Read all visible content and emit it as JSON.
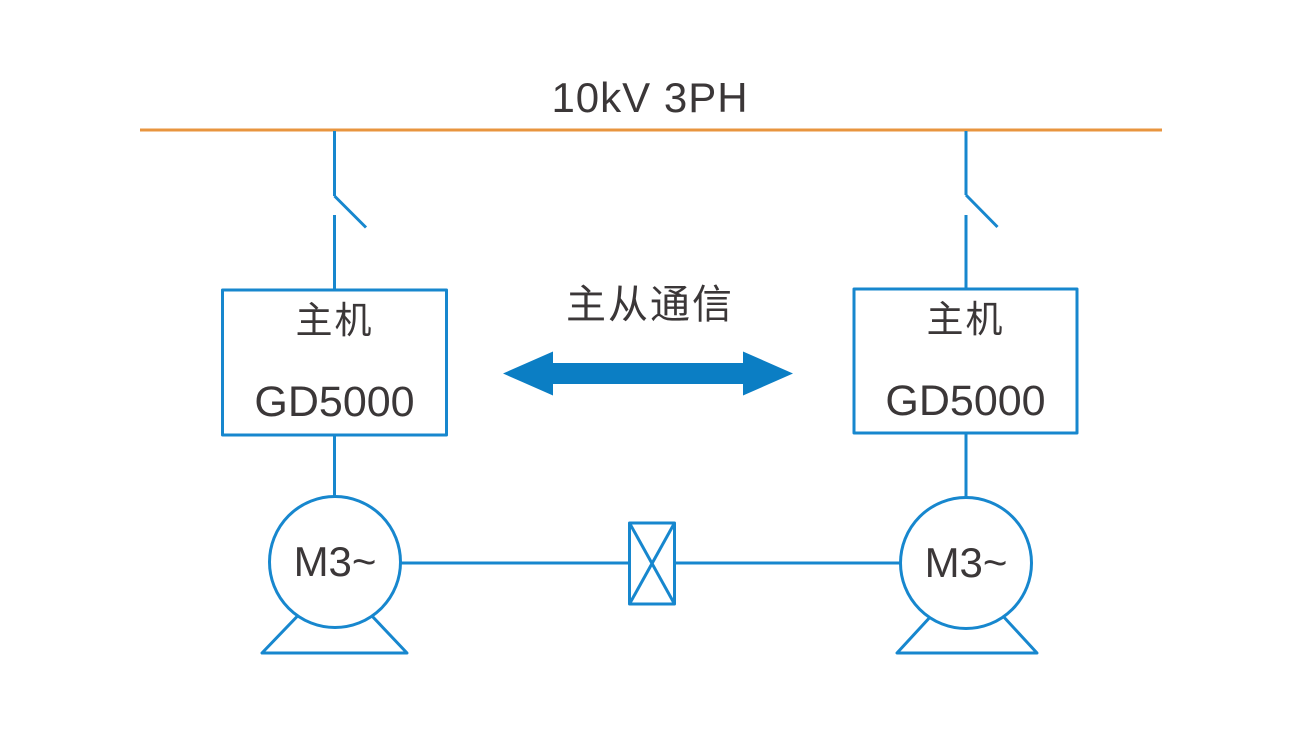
{
  "colors": {
    "background": "#FFFFFF",
    "bus-orange": "#E8953F",
    "line-blue": "#1787CE",
    "arrow-blue": "#0B7EC4",
    "text-dark": "#3B3738"
  },
  "diagram": {
    "bus_label": "10kV 3PH",
    "comm_label": "主从通信",
    "left_drive": {
      "name_label": "主机",
      "model_label": "GD5000"
    },
    "right_drive": {
      "name_label": "主机",
      "model_label": "GD5000"
    },
    "left_motor": {
      "label": "M3~"
    },
    "right_motor": {
      "label": "M3~"
    }
  }
}
